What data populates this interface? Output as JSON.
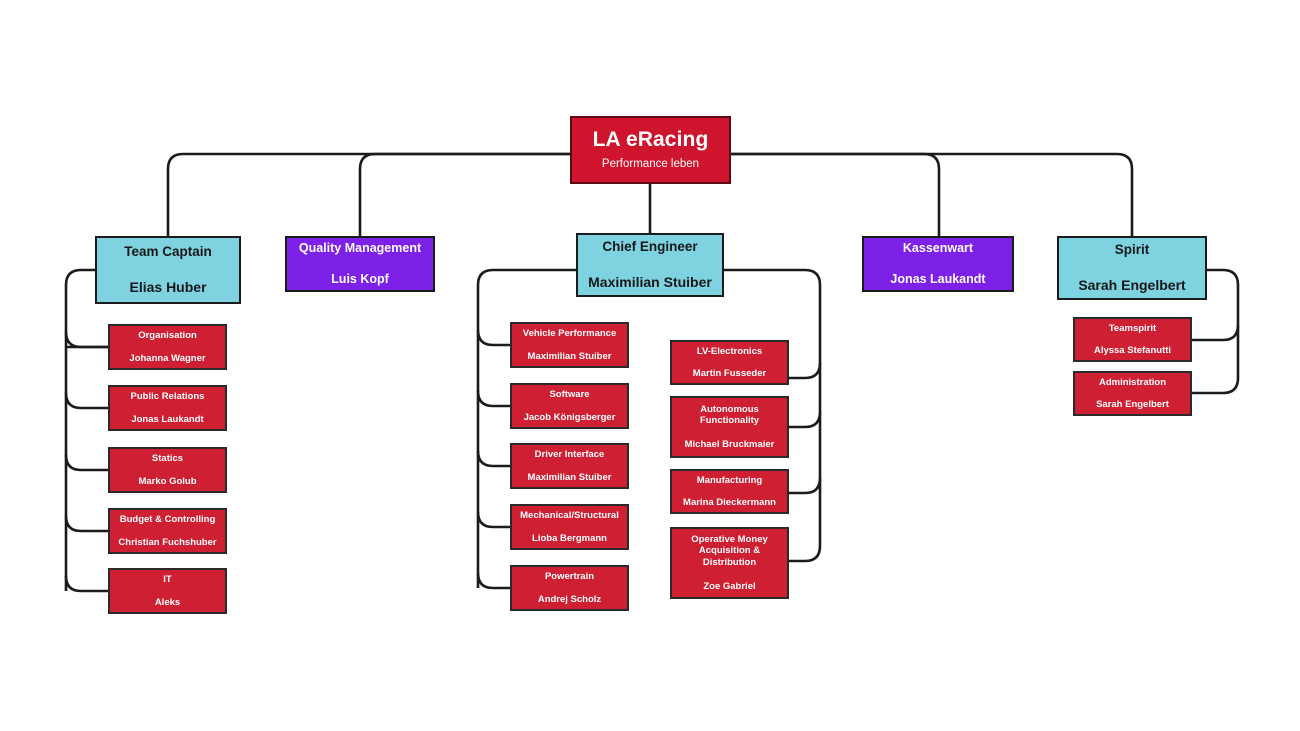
{
  "chart_data": {
    "type": "diagram",
    "subtype": "org-chart",
    "title": "LA eRacing",
    "palette": {
      "root_fill": "#cf152d",
      "cyan_fill": "#7fd3e0",
      "purple_fill": "#7d20e8",
      "red_fill": "#cf1f33",
      "stroke": "#1b1b1b",
      "background": "#ffffff"
    }
  },
  "root": {
    "title": "LA eRacing",
    "tagline": "Performance leben"
  },
  "departments": [
    {
      "id": "team-captain",
      "title": "Team Captain",
      "person": "Elias Huber",
      "color": "cyan",
      "children": [
        {
          "title": "Organisation",
          "person": "Johanna Wagner"
        },
        {
          "title": "Public Relations",
          "person": "Jonas Laukandt"
        },
        {
          "title": "Statics",
          "person": "Marko Golub"
        },
        {
          "title": "Budget & Controlling",
          "person": "Christian Fuchshuber"
        },
        {
          "title": "IT",
          "person": "Aleks"
        }
      ]
    },
    {
      "id": "quality-management",
      "title": "Quality Management",
      "person": "Luis Kopf",
      "color": "purple",
      "children": []
    },
    {
      "id": "chief-engineer",
      "title": "Chief Engineer",
      "person": "Maximilian Stuiber",
      "color": "cyan",
      "children_left": [
        {
          "title": "Vehicle Performance",
          "person": "Maximilian Stuiber"
        },
        {
          "title": "Software",
          "person": "Jacob Königsberger"
        },
        {
          "title": "Driver Interface",
          "person": "Maximilian Stuiber"
        },
        {
          "title": "Mechanical/Structural",
          "person": "Lioba Bergmann"
        },
        {
          "title": "Powertrain",
          "person": "Andrej Scholz"
        }
      ],
      "children_right": [
        {
          "title": "LV-Electronics",
          "person": "Martin Fusseder"
        },
        {
          "title": "Autonomous Functionality",
          "person": "Michael Bruckmaier"
        },
        {
          "title": "Manufacturing",
          "person": "Marina Dieckermann"
        },
        {
          "title": "Operative Money Acquisition & Distribution",
          "person": "Zoe Gabriel"
        }
      ]
    },
    {
      "id": "kassenwart",
      "title": "Kassenwart",
      "person": "Jonas Laukandt",
      "color": "purple",
      "children": []
    },
    {
      "id": "spirit",
      "title": "Spirit",
      "person": "Sarah Engelbert",
      "color": "cyan",
      "children": [
        {
          "title": "Teamspirit",
          "person": "Alyssa Stefanutti"
        },
        {
          "title": "Administration",
          "person": "Sarah Engelbert"
        }
      ]
    }
  ]
}
